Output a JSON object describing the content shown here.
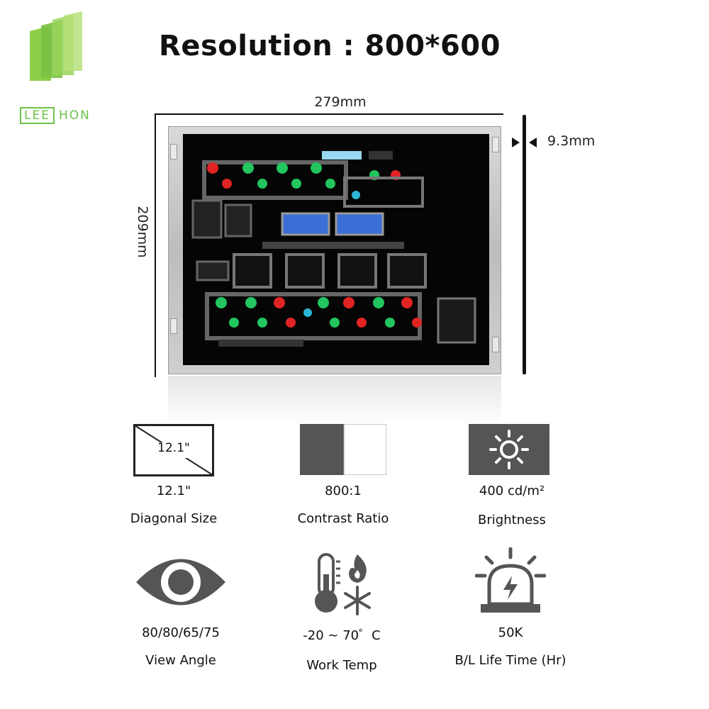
{
  "logo": {
    "left_text": "LEE",
    "right_text": "HON",
    "color": "#6cc24a"
  },
  "title": "Resolution : 800*600",
  "dimensions": {
    "width": "279mm",
    "height": "209mm",
    "thickness": "9.3mm"
  },
  "specs": [
    {
      "icon": "diagonal-size-icon",
      "icon_text": "12.1\"",
      "value": "12.1\"",
      "label": "Diagonal Size"
    },
    {
      "icon": "contrast-ratio-icon",
      "value": "800:1",
      "label": "Contrast Ratio"
    },
    {
      "icon": "brightness-sun-icon",
      "value": "400 cd/m²",
      "label": "Brightness"
    },
    {
      "icon": "eye-icon",
      "value": "80/80/65/75",
      "label": "View Angle"
    },
    {
      "icon": "thermometer-icon",
      "value": "-20 ~ 70゜C",
      "label": "Work Temp"
    },
    {
      "icon": "alarm-light-icon",
      "value": "50K",
      "label": "B/L Life Time (Hr)"
    }
  ],
  "colors": {
    "icon_gray": "#555555",
    "screen_black": "#050505"
  }
}
